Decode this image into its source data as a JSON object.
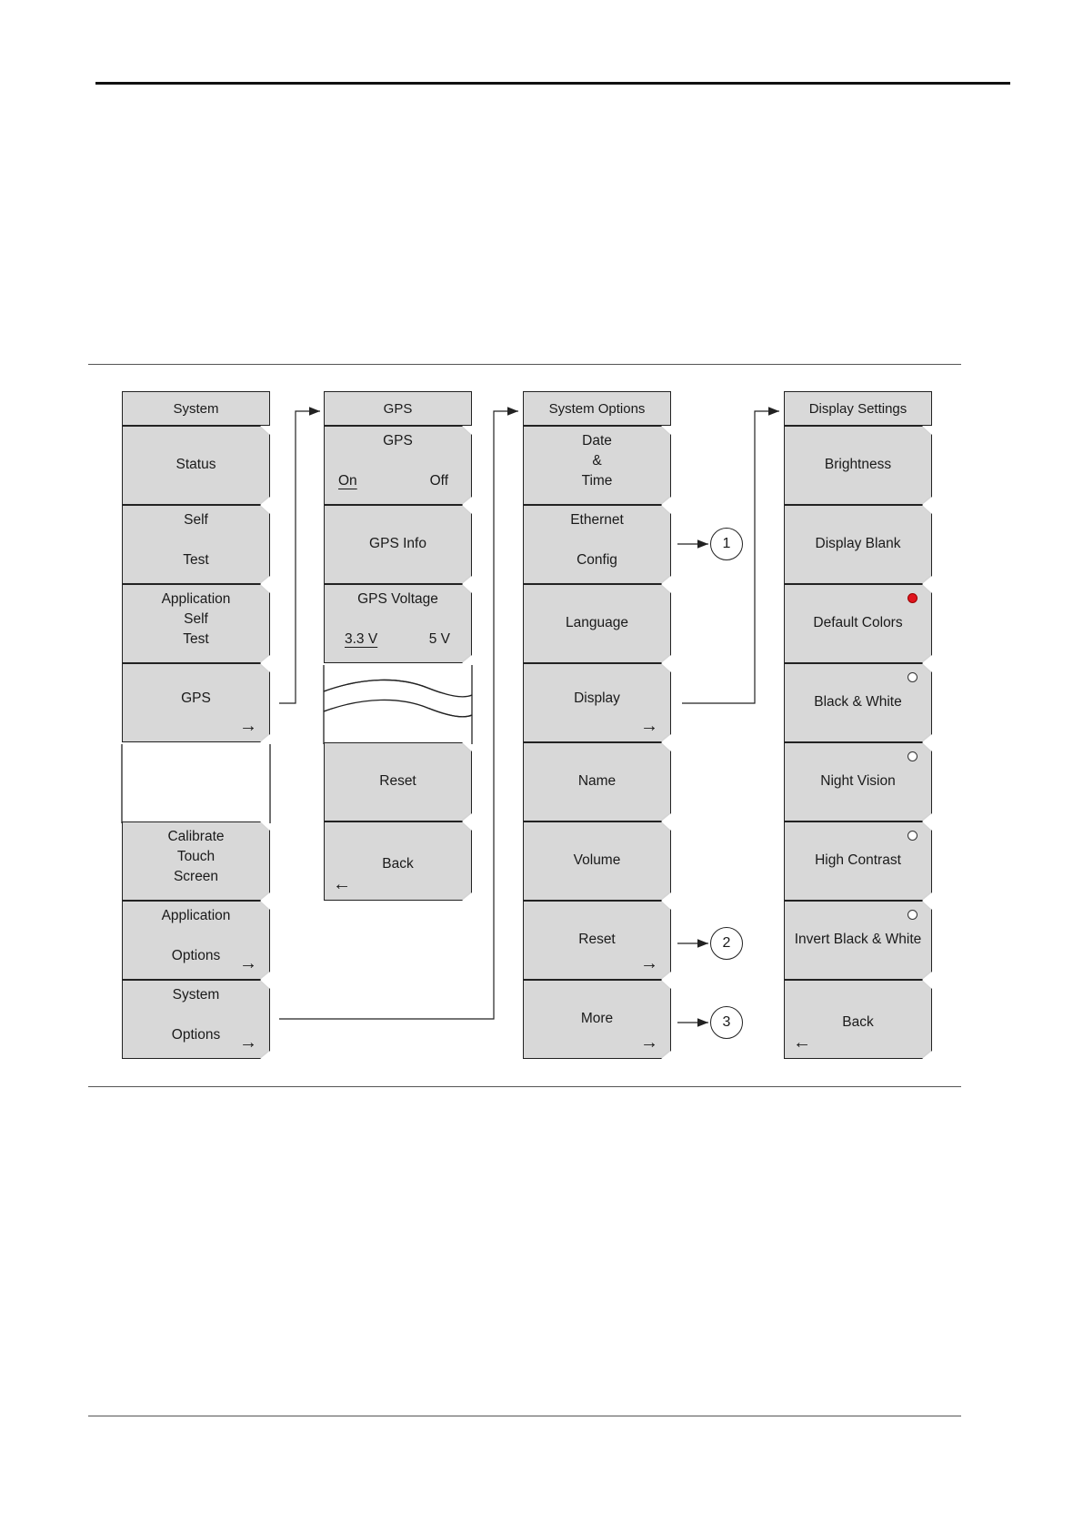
{
  "columns": {
    "system": {
      "header": "System",
      "keys": {
        "status": "Status",
        "self_test_1": "Self",
        "self_test_2": "Test",
        "app_self_test_1": "Application",
        "app_self_test_2": "Self",
        "app_self_test_3": "Test",
        "gps": "GPS",
        "calibrate_1": "Calibrate",
        "calibrate_2": "Touch",
        "calibrate_3": "Screen",
        "app_options_1": "Application",
        "app_options_2": "Options",
        "sys_options_1": "System",
        "sys_options_2": "Options"
      }
    },
    "gps": {
      "header": "GPS",
      "keys": {
        "gps_toggle_title": "GPS",
        "gps_on": "On",
        "gps_off": "Off",
        "gps_info": "GPS Info",
        "gps_voltage_title": "GPS Voltage",
        "gps_voltage_3v3": "3.3 V",
        "gps_voltage_5v": "5 V",
        "reset": "Reset",
        "back": "Back"
      }
    },
    "system_options": {
      "header": "System Options",
      "keys": {
        "date_1": "Date",
        "date_2": "&",
        "date_3": "Time",
        "ethernet_1": "Ethernet",
        "ethernet_2": "Config",
        "language": "Language",
        "display": "Display",
        "name": "Name",
        "volume": "Volume",
        "reset": "Reset",
        "more": "More"
      }
    },
    "display_settings": {
      "header": "Display Settings",
      "keys": {
        "brightness": "Brightness",
        "display_blank": "Display Blank",
        "default_colors": "Default Colors",
        "black_white": "Black & White",
        "night_vision": "Night Vision",
        "high_contrast": "High Contrast",
        "invert_black_white": "Invert Black & White",
        "back": "Back"
      }
    }
  },
  "callouts": [
    "1",
    "2",
    "3"
  ],
  "icons": {
    "submenu_arrow": "→",
    "back_arrow": "←"
  },
  "colors": {
    "key_fill": "#d4d4d4",
    "selected_radio": "#e0141e"
  }
}
